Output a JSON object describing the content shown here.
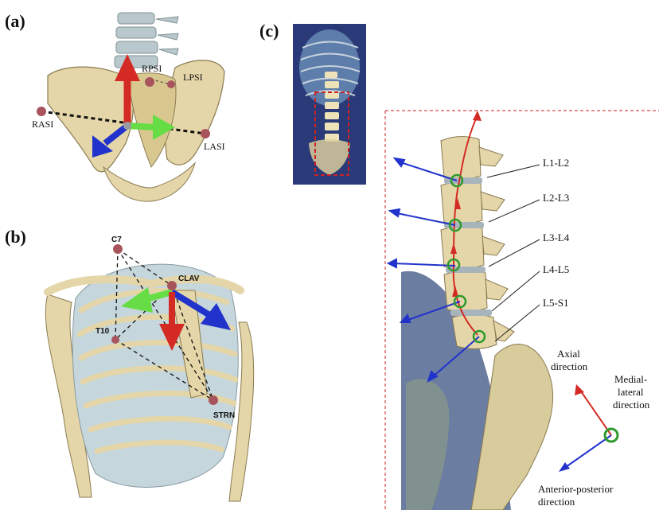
{
  "panels": {
    "a": {
      "label": "(a)",
      "markers": [
        "RPSI",
        "LPSI",
        "RASI",
        "LASI"
      ]
    },
    "b": {
      "label": "(b)",
      "markers": [
        "C7",
        "CLAV",
        "T10",
        "STRN"
      ]
    },
    "c": {
      "label": "(c)",
      "levels": [
        "L1-L2",
        "L2-L3",
        "L3-L4",
        "L4-L5",
        "L5-S1"
      ],
      "directions": {
        "axial": [
          "Axial",
          "direction"
        ],
        "medial_lateral": [
          "Medial-",
          "lateral",
          "direction"
        ],
        "anterior_posterior": [
          "Anterior-posterior",
          "direction"
        ]
      }
    }
  },
  "colors": {
    "axial_arrow": "#d42a24",
    "ap_arrow": "#2233cc",
    "ml_arrow": "#66dd44",
    "bone": "#e8dcb4",
    "marker": "#a8545c",
    "joint_circle": "#2e9a2e",
    "dashed_box": "#cc2222"
  }
}
